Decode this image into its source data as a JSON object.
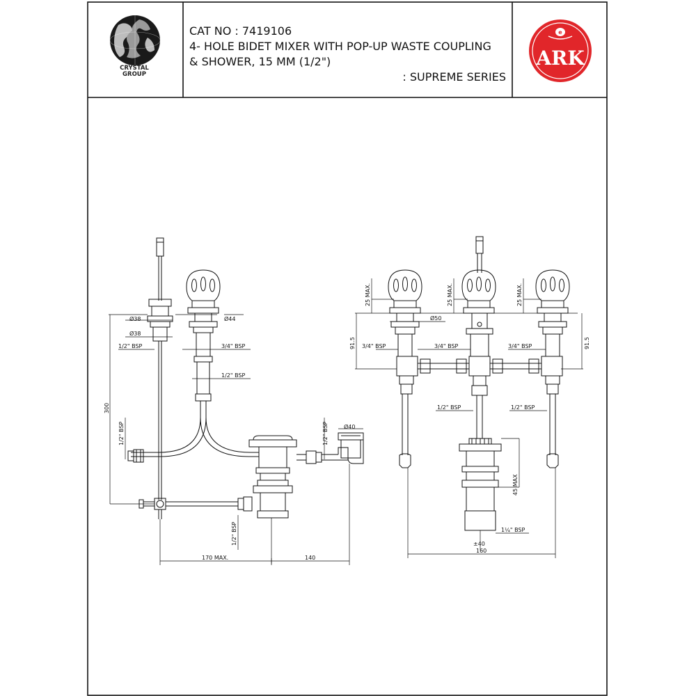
{
  "header": {
    "cat_line": "CAT NO : 7419106",
    "title_line1": "4- HOLE BIDET MIXER WITH POP-UP WASTE COUPLING",
    "title_line2": "& SHOWER, 15 MM (1/2\")",
    "series": ": SUPREME SERIES",
    "left_logo": {
      "line1": "CRYSTAL",
      "line2": "GROUP",
      "icon": "globe-icon"
    },
    "right_logo": {
      "text": "ARK",
      "icon": "ark-emblem-icon",
      "color": "#e1262a"
    }
  },
  "dimensions": {
    "d38_top": "Ø38",
    "d38_bottom": "Ø38",
    "d44": "Ø44",
    "bsp_half_left": "1/2\" BSP",
    "bsp_3q_side": "3/4\" BSP",
    "bsp_half_side": "1/2\" BSP",
    "h300": "300",
    "bsp_half_vert_left": "1/2\" BSP",
    "bsp_half_vert_mid": "1/2\" BSP",
    "d40": "Ø40",
    "bsp_half_vert_bottom": "1/2\" BSP",
    "w170": "170 MAX.",
    "w140": "140",
    "max25_a": "25 MAX.",
    "max25_b": "25 MAX.",
    "max25_c": "25 MAX.",
    "d50": "Ø50",
    "h91_left": "91.5",
    "h91_right": "91.5",
    "bsp_3q_a": "3/4\" BSP",
    "bsp_3q_b": "3/4\" BSP",
    "bsp_3q_c": "3/4\" BSP",
    "bsp_half_front_a": "1/2\" BSP",
    "bsp_half_front_b": "1/2\" BSP",
    "max45": "45 MAX",
    "bsp_114": "1¼\" BSP",
    "pm40": "±40",
    "w160": "160"
  }
}
